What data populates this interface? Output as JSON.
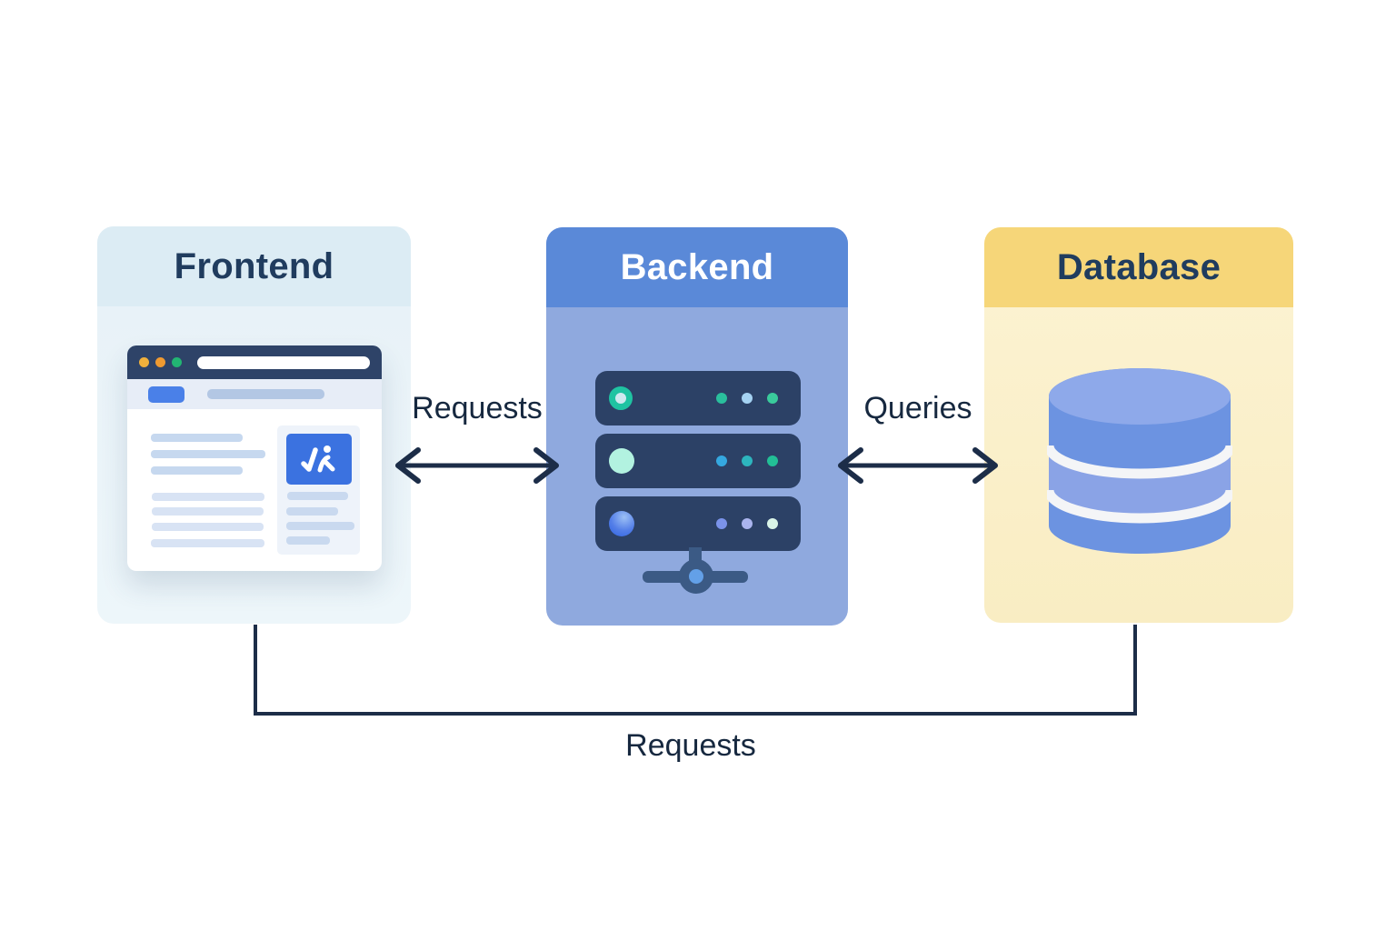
{
  "diagram": {
    "nodes": [
      {
        "id": "frontend",
        "label": "Frontend",
        "icon": "browser-window-icon",
        "header_color": "#dcecf4",
        "body_color": "#eaf4f9",
        "title_color": "#203c5e"
      },
      {
        "id": "backend",
        "label": "Backend",
        "icon": "server-rack-icon",
        "header_color": "#5a89d8",
        "body_color": "#8fa9de",
        "title_color": "#ffffff"
      },
      {
        "id": "database",
        "label": "Database",
        "icon": "database-cylinder-icon",
        "header_color": "#f6d679",
        "body_color": "#fbf0cb",
        "title_color": "#203c5e"
      }
    ],
    "edges": [
      {
        "from": "frontend",
        "to": "backend",
        "label": "Requests",
        "style": "double-arrow"
      },
      {
        "from": "backend",
        "to": "database",
        "label": "Queries",
        "style": "double-arrow"
      },
      {
        "from": "frontend",
        "to": "database",
        "label": "Requests",
        "style": "elbow-line"
      }
    ],
    "connector_color": "#1c2d48",
    "background_color": "#ffffff",
    "accent_colors": {
      "browser_chrome": "#2e4368",
      "browser_button": "#4a80e8",
      "server_body": "#2c4166",
      "server_led_teal": "#1fc3a2",
      "cylinder_blue": "#6c93e1"
    }
  }
}
